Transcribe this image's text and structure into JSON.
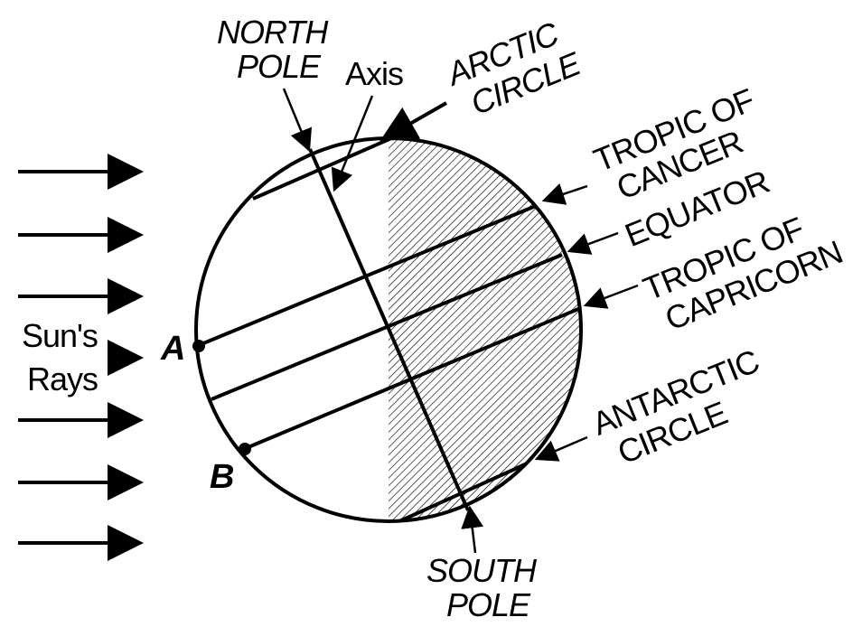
{
  "labels": {
    "north_pole_line1": "NORTH",
    "north_pole_line2": "POLE",
    "axis": "Axis",
    "arctic_line1": "ARCTIC",
    "arctic_line2": "CIRCLE",
    "tropic_cancer_line1": "TROPIC OF",
    "tropic_cancer_line2": "CANCER",
    "equator": "EQUATOR",
    "tropic_capricorn_line1": "TROPIC OF",
    "tropic_capricorn_line2": "CAPRICORN",
    "antarctic_line1": "ANTARCTIC",
    "antarctic_line2": "CIRCLE",
    "south_pole_line1": "SOUTH",
    "south_pole_line2": "POLE",
    "sun_line1": "Sun's",
    "sun_line2": "Rays",
    "point_a": "A",
    "point_b": "B"
  },
  "colors": {
    "ink": "#000000",
    "background": "#ffffff"
  },
  "sun_ray_count": 7
}
